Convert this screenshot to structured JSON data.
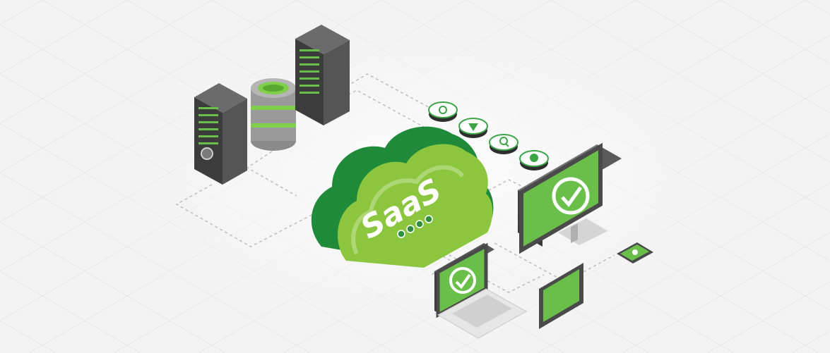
{
  "cloud": {
    "label": "SaaS",
    "colors": {
      "dark": "#1f8a3a",
      "mid": "#3aa447",
      "light": "#8cc63f",
      "pale": "#c8e6a0"
    }
  },
  "icons": [
    "recycle-icon",
    "shield-icon",
    "search-icon",
    "clock-icon"
  ],
  "devices": [
    "server-rack",
    "database",
    "monitor",
    "laptop",
    "tablet",
    "smartphone"
  ],
  "colors": {
    "background": "#f4f4f4",
    "grid": "#e2e2e2",
    "connector": "#bdbdbd",
    "screen_green": "#6abf4b",
    "device_gray": "#4a4a4a"
  }
}
